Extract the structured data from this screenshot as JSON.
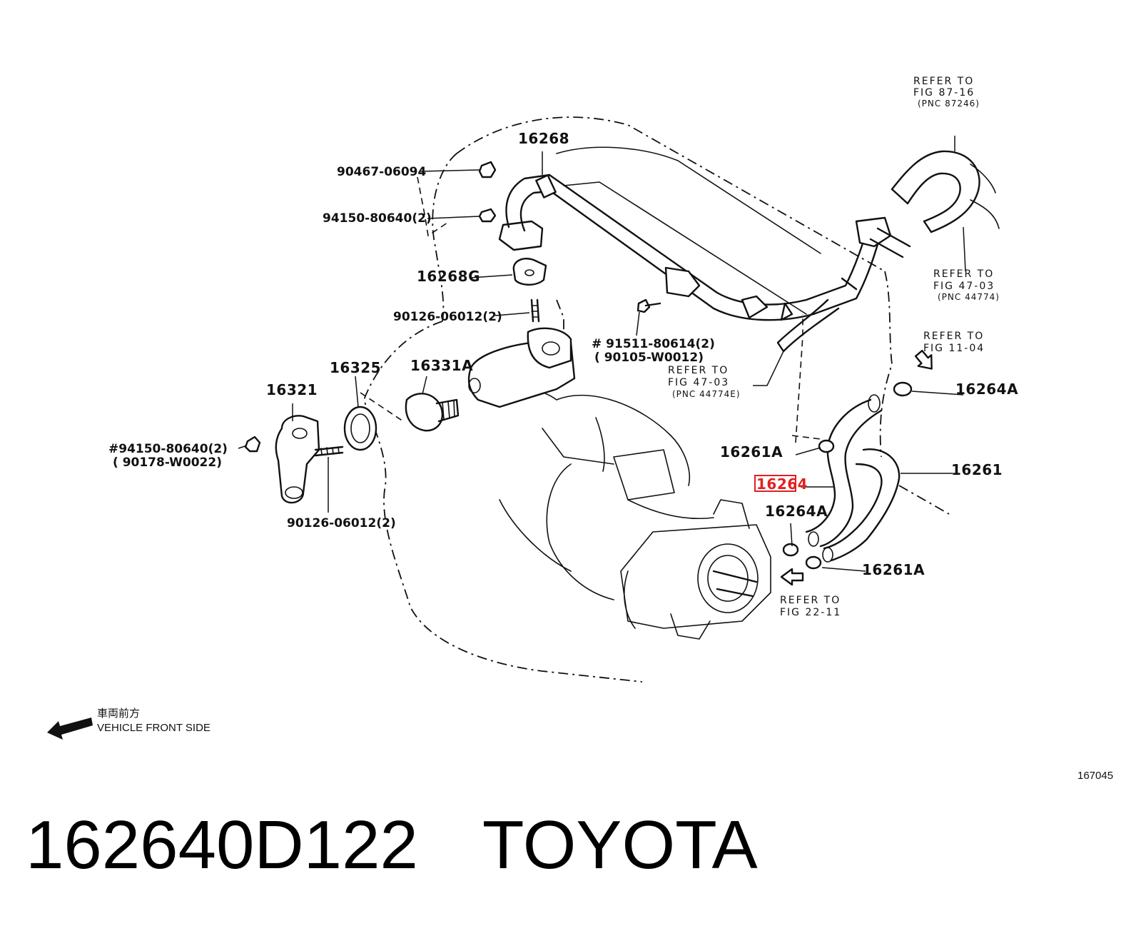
{
  "parts": {
    "p16268": "16268",
    "p90467": "90467-06094",
    "p94150a": "94150-80640(2)",
    "p16268G": "16268G",
    "p90126a": "90126-06012(2)",
    "p91511": "# 91511-80614(2)",
    "p90105": "( 90105-W0012)",
    "p16325": "16325",
    "p16331A": "16331A",
    "p16321": "16321",
    "p94150b": "#94150-80640(2)",
    "p90178": "( 90178-W0022)",
    "p90126b": "90126-06012(2)",
    "p16264A_top": "16264A",
    "p16261A_top": "16261A",
    "p16261": "16261",
    "p16264": "16264",
    "p16264A_bot": "16264A",
    "p16261A_bot": "16261A"
  },
  "refs": {
    "r8716": [
      "REFER TO",
      "FIG 87-16",
      "(PNC 87246)"
    ],
    "r4703a": [
      "REFER TO",
      "FIG 47-03",
      "(PNC 44774)"
    ],
    "r1104": [
      "REFER TO",
      "FIG 11-04"
    ],
    "r4703b": [
      "REFER TO",
      "FIG 47-03",
      "(PNC 44774E)"
    ],
    "r2211": [
      "REFER TO",
      "FIG 22-11"
    ]
  },
  "direction": {
    "jp": "車両前方",
    "en": "VEHICLE FRONT SIDE"
  },
  "figure_id": "167045",
  "highlight_color": "#e02020",
  "footer": {
    "part_number": "162640D122",
    "brand": "TOYOTA"
  }
}
